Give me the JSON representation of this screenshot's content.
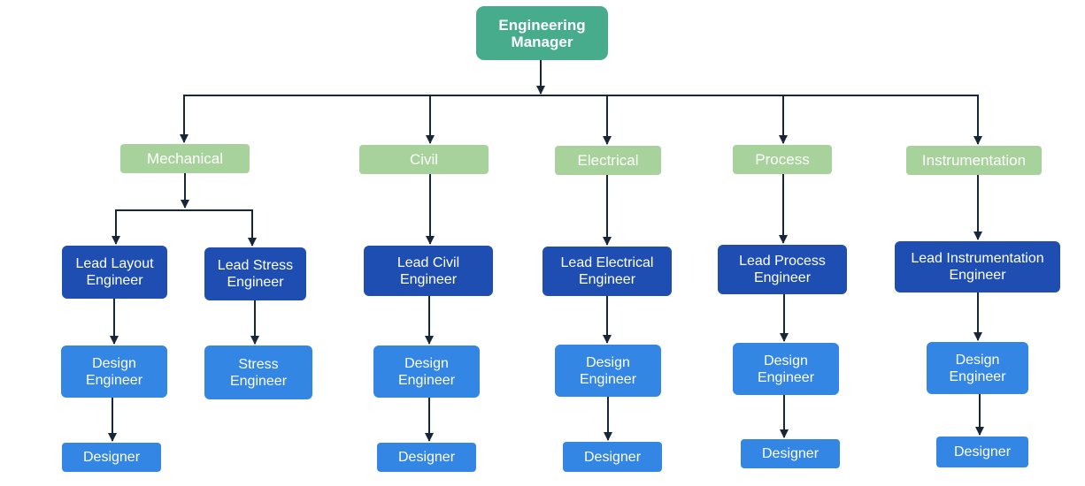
{
  "root": {
    "label": "Engineering\nManager"
  },
  "departments": [
    {
      "label": "Mechanical",
      "leads": [
        {
          "label": "Lead Layout\nEngineer",
          "engineer": "Design\nEngineer",
          "designer": "Designer"
        },
        {
          "label": "Lead Stress\nEngineer",
          "engineer": "Stress\nEngineer"
        }
      ]
    },
    {
      "label": "Civil",
      "leads": [
        {
          "label": "Lead Civil\nEngineer",
          "engineer": "Design\nEngineer",
          "designer": "Designer"
        }
      ]
    },
    {
      "label": "Electrical",
      "leads": [
        {
          "label": "Lead Electrical\nEngineer",
          "engineer": "Design\nEngineer",
          "designer": "Designer"
        }
      ]
    },
    {
      "label": "Process",
      "leads": [
        {
          "label": "Lead Process\nEngineer",
          "engineer": "Design\nEngineer",
          "designer": "Designer"
        }
      ]
    },
    {
      "label": "Instrumentation",
      "leads": [
        {
          "label": "Lead Instrumentation\nEngineer",
          "engineer": "Design\nEngineer",
          "designer": "Designer"
        }
      ]
    }
  ],
  "colors": {
    "root": "#46ac8c",
    "department": "#a8d29c",
    "lead": "#1f4eb3",
    "engineer": "#3386e3",
    "connector": "#18263a"
  }
}
